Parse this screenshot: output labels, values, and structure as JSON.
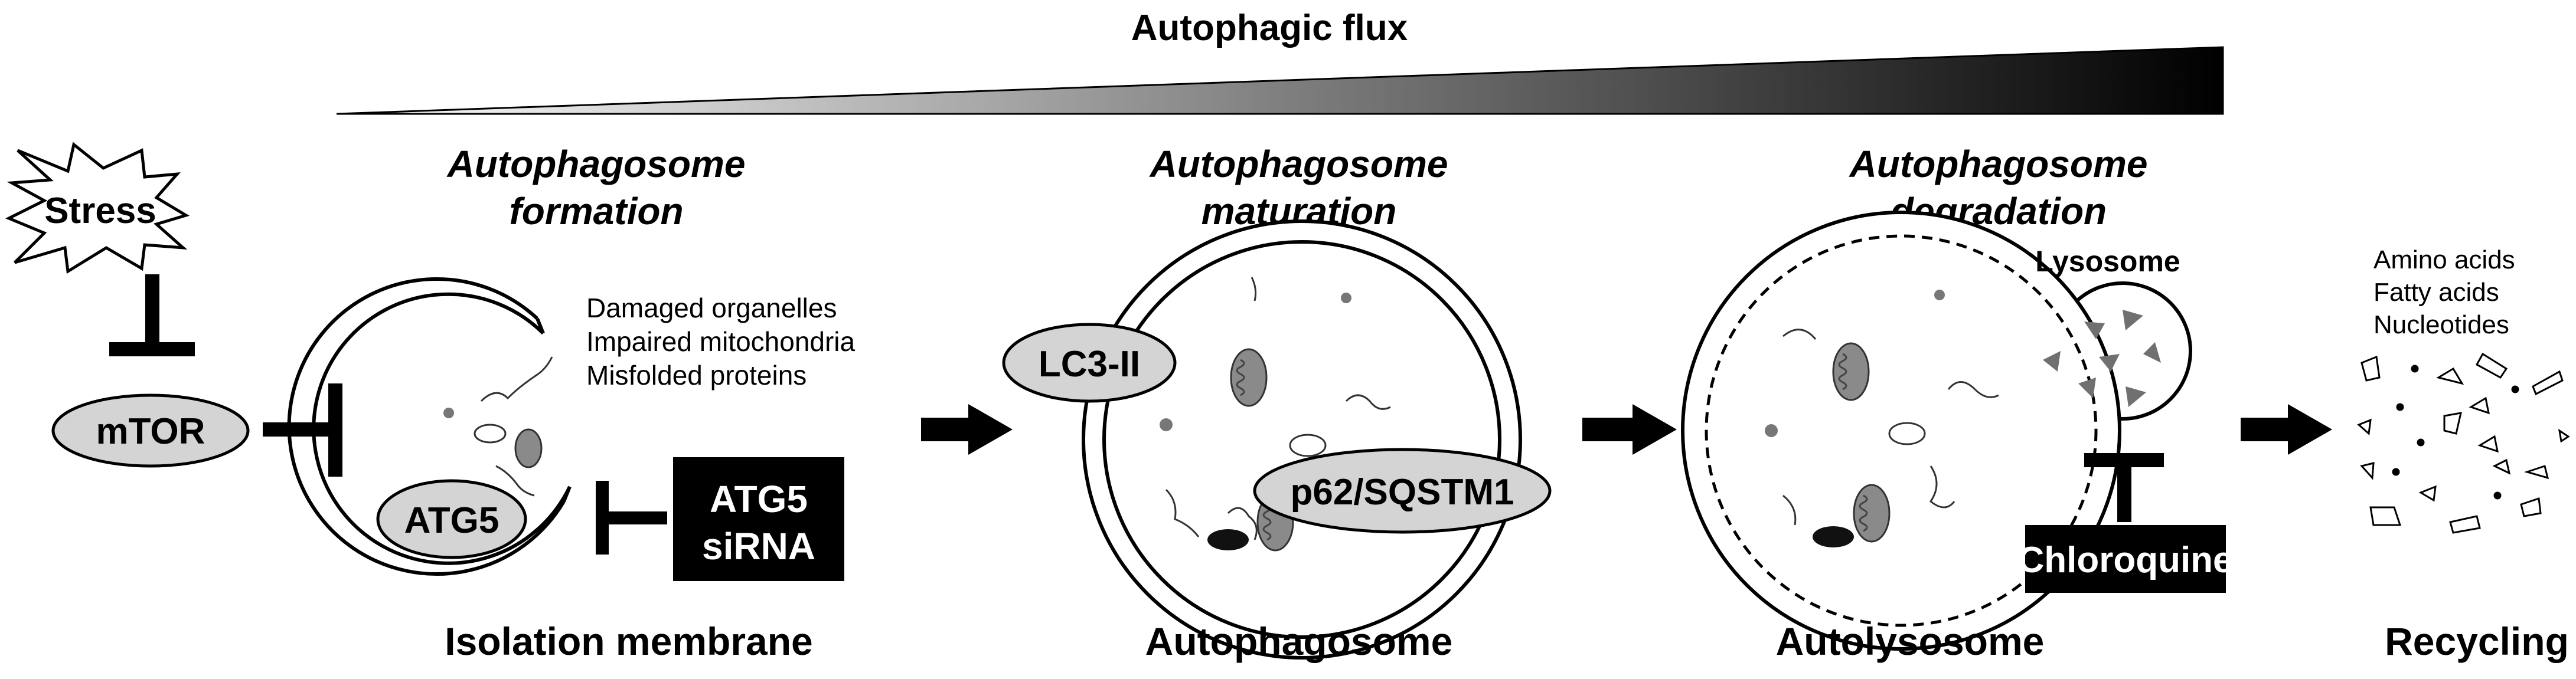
{
  "flux_label": "Autophagic flux",
  "stress_label": "Stress",
  "mtor_label": "mTOR",
  "stages": {
    "formation": {
      "title_line1": "Autophagosome",
      "title_line2": "formation",
      "bottom_label": "Isolation membrane"
    },
    "maturation": {
      "title_line1": "Autophagosome",
      "title_line2": "maturation",
      "bottom_label": "Autophagosome"
    },
    "degradation": {
      "title_line1": "Autophagosome",
      "title_line2": "degradation",
      "bottom_label": "Autolysosome"
    },
    "recycling": {
      "bottom_label": "Recycling"
    }
  },
  "cargo_lines": [
    "Damaged organelles",
    "Impaired mitochondria",
    "Misfolded proteins"
  ],
  "atg5_label": "ATG5",
  "atg5_sirna": [
    "ATG5",
    "siRNA"
  ],
  "lc3_label": "LC3-II",
  "p62_label": "p62/SQSTM1",
  "lysosome_label": "Lysosome",
  "chloroquine_label": "Chloroquine",
  "products": [
    "Amino acids",
    "Fatty acids",
    "Nucleotides"
  ],
  "colors": {
    "gradient_light": "#ffffff",
    "gradient_dark": "#000000",
    "oval_fill": "#d4d4d4",
    "dark_grey": "#7a7a7a"
  }
}
